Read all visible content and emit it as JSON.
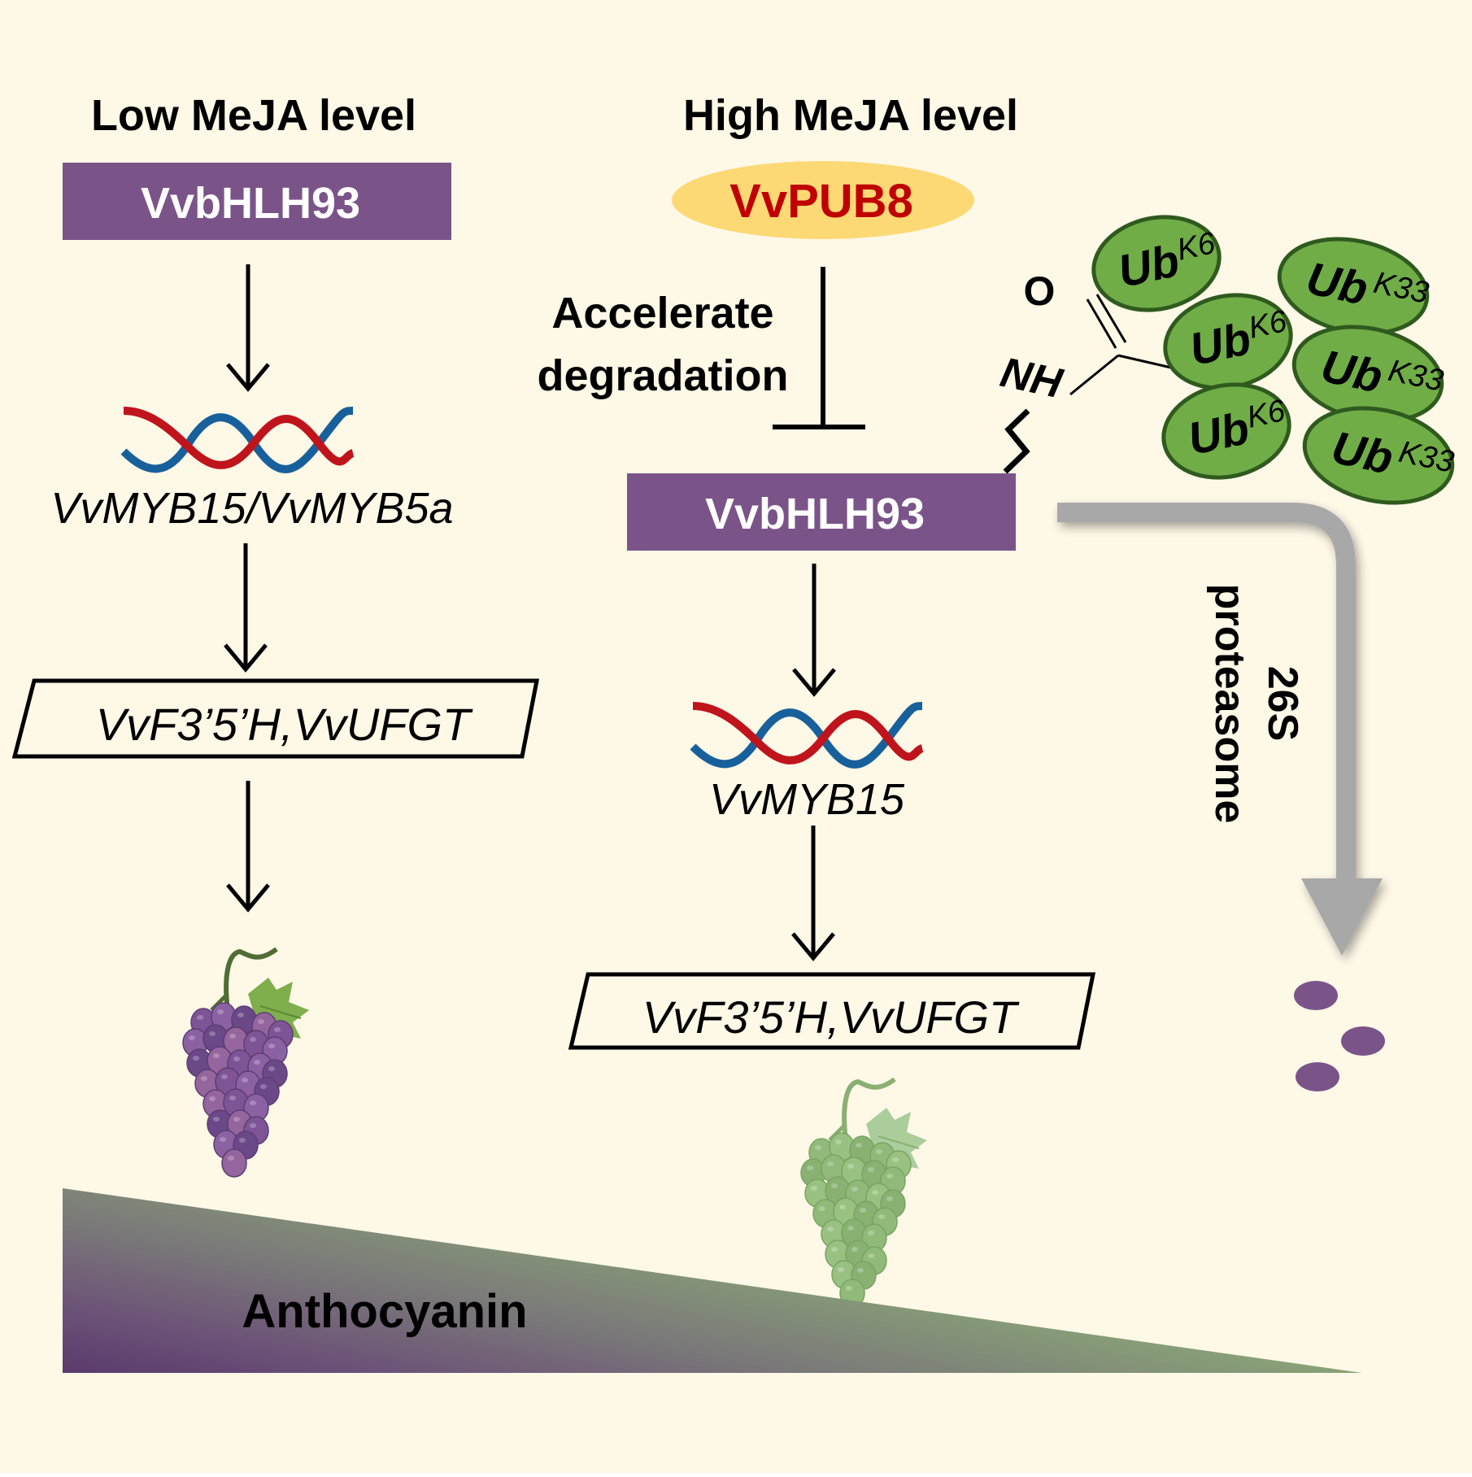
{
  "left_panel": {
    "title": "Low MeJA level",
    "tf_box": "VvbHLH93",
    "gene_label": "VvMYB15/VvMYB5a",
    "target_genes": "VvF3’5’H,VvUFGT",
    "grape": "purple-grape-bunch-icon"
  },
  "right_panel": {
    "title": "High MeJA level",
    "e3_ligase": "VvPUB8",
    "inhibit_label_line1": "Accelerate",
    "inhibit_label_line2": "degradation",
    "tf_box": "VvbHLH93",
    "gene_label": "VvMYB15",
    "target_genes": "VvF3’5’H,VvUFGT",
    "grape": "green-grape-bunch-icon"
  },
  "ubiquitination": {
    "o_label": "O",
    "nh_label": "NH",
    "ub_base": "Ub",
    "k6_chain": [
      "K6",
      "K6",
      "K6"
    ],
    "k33_chain": [
      "K33",
      "K33",
      "K33"
    ]
  },
  "proteasome": {
    "line1": "26S",
    "line2": "proteasome"
  },
  "gradient": {
    "label": "Anthocyanin",
    "from_color": "#5a3a6c",
    "to_color": "#a8c896"
  },
  "colors": {
    "background": "#fef8e7",
    "tf_box": "#7a5489",
    "pub8_fill": "#fdd975",
    "pub8_text": "#c00000",
    "ub_fill": "#70ad47",
    "ub_stroke": "#2f5a1e",
    "dna_red": "#c0141c",
    "dna_blue": "#17609b",
    "proteasome_arrow": "#a8a8a8",
    "fragment": "#7a5489"
  }
}
